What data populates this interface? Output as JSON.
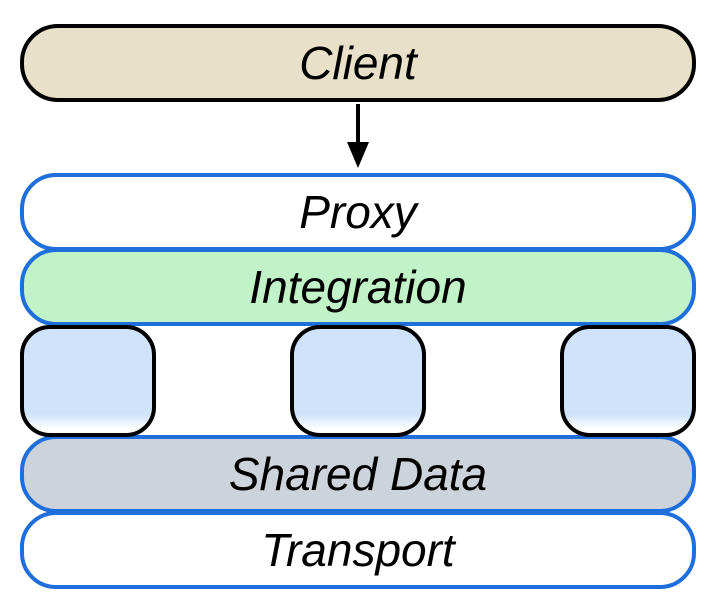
{
  "layers": {
    "client": "Client",
    "proxy": "Proxy",
    "integration": "Integration",
    "shared_data": "Shared Data",
    "transport": "Transport"
  },
  "colors": {
    "client_fill": "#e8e0c8",
    "integration_fill": "#c2f2c8",
    "shared_data_fill": "#cdd3da",
    "module_fill": "#cfe3fa",
    "layer_border": "#1e6fdc",
    "dark_border": "#000000"
  }
}
